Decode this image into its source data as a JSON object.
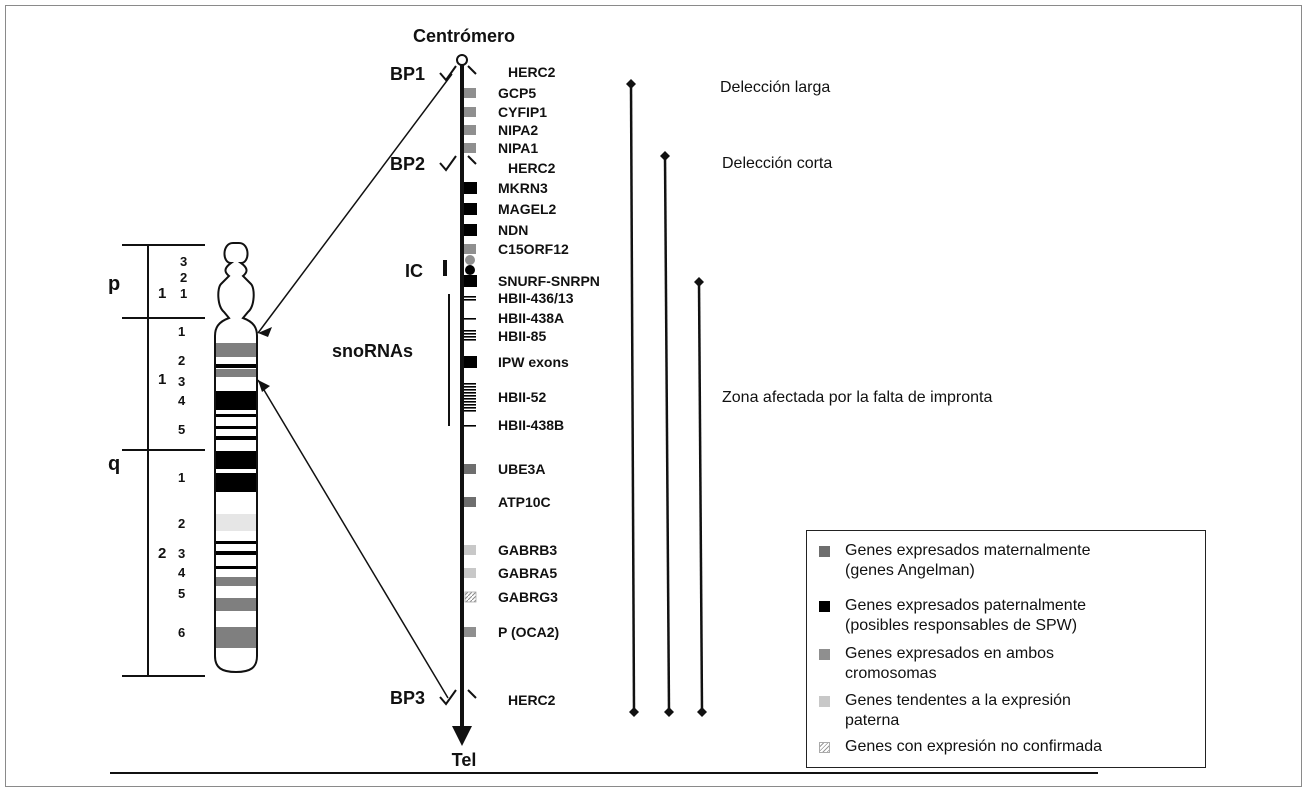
{
  "title": "Centrómero",
  "telomere": "Tel",
  "breakpoints": [
    "BP1",
    "BP2",
    "BP3"
  ],
  "ic_label": "IC",
  "snorna_label": "snoRNAs",
  "arms": {
    "p": "p",
    "q": "q"
  },
  "arm_regions": {
    "p1": "1",
    "q1": "1",
    "q2": "2"
  },
  "p_bands": [
    "3",
    "2",
    "1"
  ],
  "q1_bands": [
    "1",
    "2",
    "3",
    "4",
    "5"
  ],
  "q2_bands": [
    "1",
    "2",
    "3",
    "4",
    "5",
    "6"
  ],
  "genes": [
    {
      "name": "HERC2",
      "type": "herc"
    },
    {
      "name": "GCP5",
      "type": "both"
    },
    {
      "name": "CYFIP1",
      "type": "both"
    },
    {
      "name": "NIPA2",
      "type": "both"
    },
    {
      "name": "NIPA1",
      "type": "both"
    },
    {
      "name": "HERC2",
      "type": "herc"
    },
    {
      "name": "MKRN3",
      "type": "paternal"
    },
    {
      "name": "MAGEL2",
      "type": "paternal"
    },
    {
      "name": "NDN",
      "type": "paternal"
    },
    {
      "name": "C15ORF12",
      "type": "both"
    },
    {
      "name": "SNURF-SNRPN",
      "type": "paternal"
    },
    {
      "name": "HBII-436/13",
      "type": "snorna"
    },
    {
      "name": "HBII-438A",
      "type": "snorna"
    },
    {
      "name": "HBII-85",
      "type": "snorna"
    },
    {
      "name": "IPW exons",
      "type": "paternal"
    },
    {
      "name": "HBII-52",
      "type": "snorna"
    },
    {
      "name": "HBII-438B",
      "type": "snorna"
    },
    {
      "name": "UBE3A",
      "type": "maternal"
    },
    {
      "name": "ATP10C",
      "type": "maternal"
    },
    {
      "name": "GABRB3",
      "type": "paterna-tendency"
    },
    {
      "name": "GABRA5",
      "type": "paterna-tendency"
    },
    {
      "name": "GABRG3",
      "type": "unconfirmed"
    },
    {
      "name": "P (OCA2)",
      "type": "both"
    },
    {
      "name": "HERC2",
      "type": "herc"
    }
  ],
  "deletions": [
    {
      "label": "Delección larga"
    },
    {
      "label": "Delección corta"
    },
    {
      "label": "Zona afectada por la falta de impronta"
    }
  ],
  "legend": [
    {
      "label": "Genes expresados maternalmente\n(genes Angelman)",
      "color": "#6e6e6e",
      "pattern": "solid"
    },
    {
      "label": "Genes expresados paternalmente\n(posibles responsables de SPW)",
      "color": "#000000",
      "pattern": "solid"
    },
    {
      "label": "Genes expresados en ambos\ncromosomas",
      "color": "#8f8f8f",
      "pattern": "solid"
    },
    {
      "label": "Genes tendentes a la expresión\npaterna",
      "color": "#c8c8c8",
      "pattern": "solid"
    },
    {
      "label": "Genes con expresión no confirmada",
      "color": "#ffffff",
      "pattern": "hatched"
    }
  ]
}
